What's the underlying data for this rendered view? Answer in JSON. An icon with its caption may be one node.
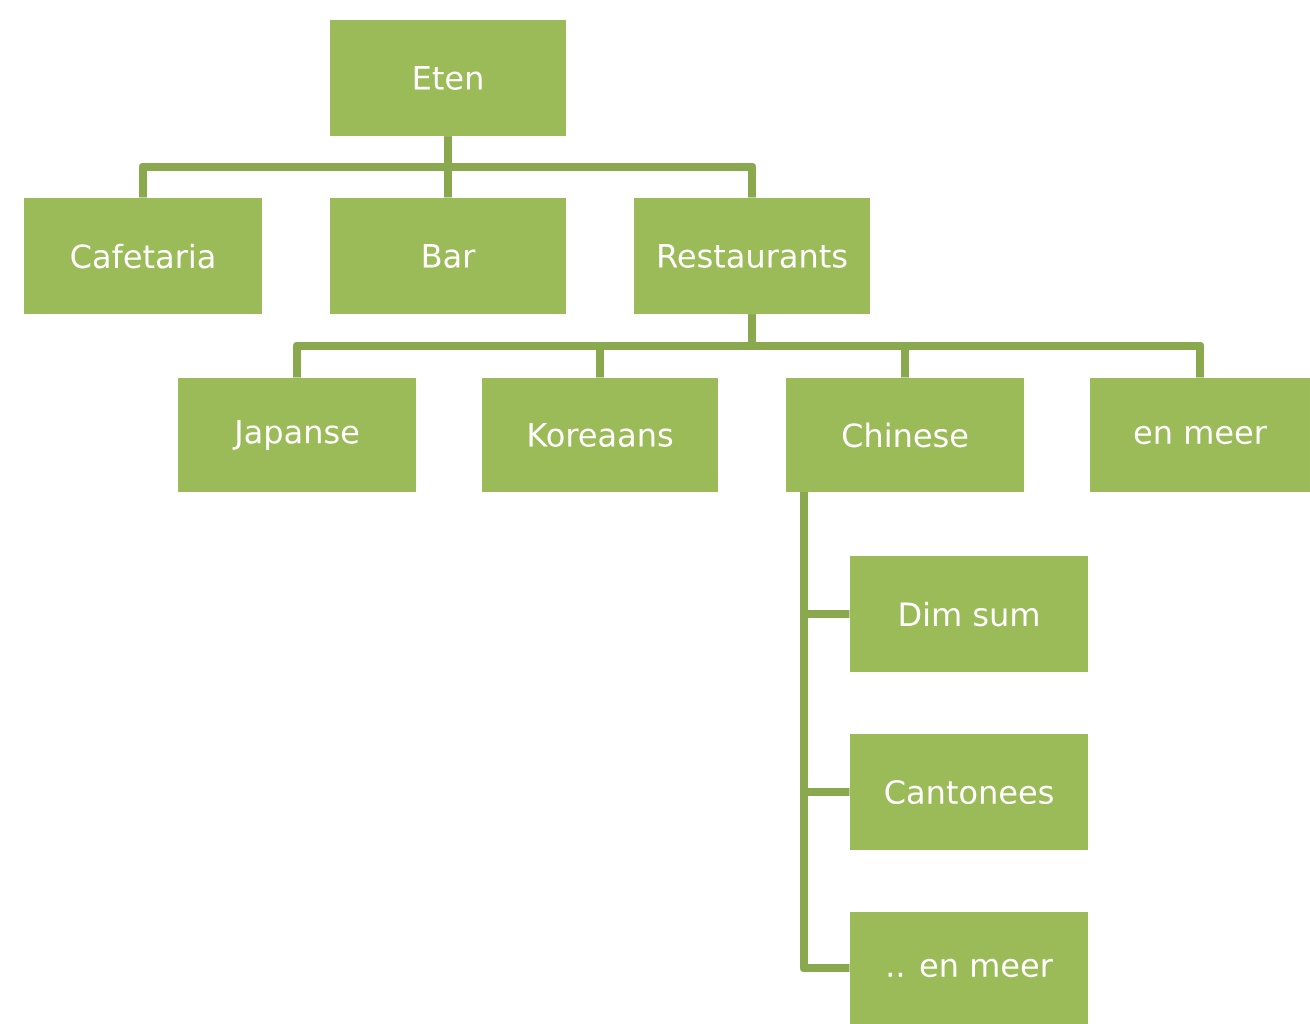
{
  "diagram": {
    "nodes": [
      {
        "text": [
          "Eten"
        ]
      },
      {
        "text": [
          "Cafetaria"
        ]
      },
      {
        "text": [
          "Bar"
        ]
      },
      {
        "text": [
          "Restaurants"
        ]
      },
      {
        "text": [
          "Japanse"
        ]
      },
      {
        "text": [
          "Koreaans"
        ]
      },
      {
        "text": [
          "Chinese"
        ]
      },
      {
        "text": [
          "en meer"
        ]
      },
      {
        "text": [
          "Dim sum"
        ]
      },
      {
        "text": [
          "Cantonees"
        ]
      },
      {
        "text": [
          ".. en meer"
        ]
      }
    ],
    "edges": [
      {
        "from": 0,
        "to": 1,
        "arrow": "none"
      },
      {
        "from": 0,
        "to": 2,
        "arrow": "none"
      },
      {
        "from": 0,
        "to": 3,
        "arrow": "none"
      },
      {
        "from": 3,
        "to": 4,
        "arrow": "none"
      },
      {
        "from": 3,
        "to": 5,
        "arrow": "none"
      },
      {
        "from": 3,
        "to": 6,
        "arrow": "none"
      },
      {
        "from": 3,
        "to": 7,
        "arrow": "none"
      },
      {
        "from": 6,
        "to": 8,
        "arrow": "none"
      },
      {
        "from": 6,
        "to": 9,
        "arrow": "none"
      },
      {
        "from": 6,
        "to": 10,
        "arrow": "none"
      }
    ]
  }
}
